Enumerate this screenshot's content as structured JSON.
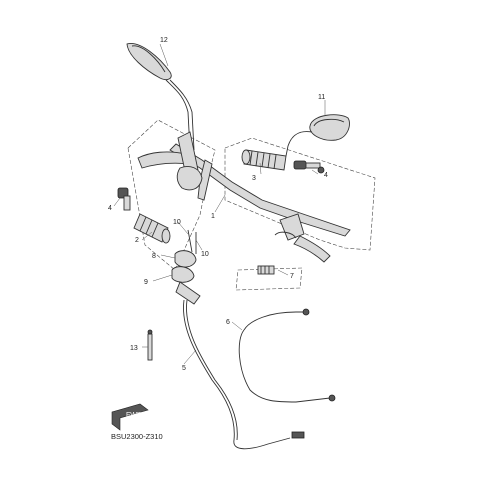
{
  "diagram": {
    "callouts": [
      {
        "id": "c1",
        "text": "1"
      },
      {
        "id": "c2",
        "text": "2"
      },
      {
        "id": "c3",
        "text": "3"
      },
      {
        "id": "c4a",
        "text": "4"
      },
      {
        "id": "c4b",
        "text": "4"
      },
      {
        "id": "c5",
        "text": "5"
      },
      {
        "id": "c6",
        "text": "6"
      },
      {
        "id": "c7",
        "text": "7"
      },
      {
        "id": "c8",
        "text": "8"
      },
      {
        "id": "c9",
        "text": "9"
      },
      {
        "id": "c10a",
        "text": "10"
      },
      {
        "id": "c10b",
        "text": "10"
      },
      {
        "id": "c11",
        "text": "11"
      },
      {
        "id": "c12",
        "text": "12"
      },
      {
        "id": "c13",
        "text": "13"
      }
    ],
    "diagram_code": "BSU2300-Z310",
    "fwd_badge": "FWD"
  }
}
